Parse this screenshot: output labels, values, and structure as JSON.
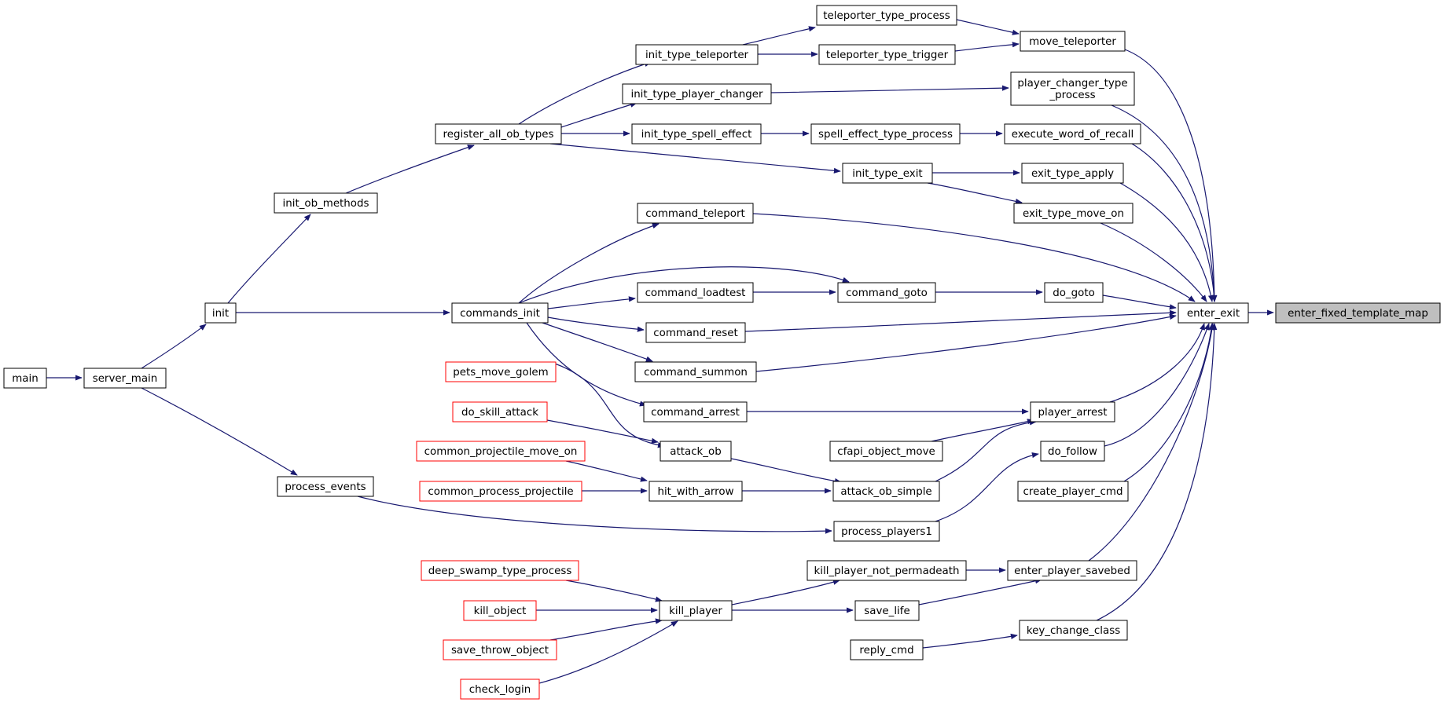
{
  "colors": {
    "edge": "#191970",
    "node_border": "#000000",
    "node_fill": "#ffffff",
    "external_border": "#ff0000",
    "root_fill": "#bfbfbf"
  },
  "nodes": [
    {
      "id": "enter_fixed_template_map",
      "label": "enter_fixed_template_map",
      "kind": "root"
    },
    {
      "id": "enter_exit",
      "label": "enter_exit",
      "kind": "normal"
    },
    {
      "id": "move_teleporter",
      "label": "move_teleporter",
      "kind": "normal"
    },
    {
      "id": "teleporter_type_process",
      "label": "teleporter_type_process",
      "kind": "normal"
    },
    {
      "id": "teleporter_type_trigger",
      "label": "teleporter_type_trigger",
      "kind": "normal"
    },
    {
      "id": "init_type_teleporter",
      "label": "init_type_teleporter",
      "kind": "normal"
    },
    {
      "id": "player_changer_type_process",
      "label": [
        "player_changer_type",
        "_process"
      ],
      "kind": "normal"
    },
    {
      "id": "init_type_player_changer",
      "label": "init_type_player_changer",
      "kind": "normal"
    },
    {
      "id": "execute_word_of_recall",
      "label": "execute_word_of_recall",
      "kind": "normal"
    },
    {
      "id": "spell_effect_type_process",
      "label": "spell_effect_type_process",
      "kind": "normal"
    },
    {
      "id": "init_type_spell_effect",
      "label": "init_type_spell_effect",
      "kind": "normal"
    },
    {
      "id": "register_all_ob_types",
      "label": "register_all_ob_types",
      "kind": "normal"
    },
    {
      "id": "exit_type_apply",
      "label": "exit_type_apply",
      "kind": "normal"
    },
    {
      "id": "init_type_exit",
      "label": "init_type_exit",
      "kind": "normal"
    },
    {
      "id": "exit_type_move_on",
      "label": "exit_type_move_on",
      "kind": "normal"
    },
    {
      "id": "init_ob_methods",
      "label": "init_ob_methods",
      "kind": "normal"
    },
    {
      "id": "command_teleport",
      "label": "command_teleport",
      "kind": "normal"
    },
    {
      "id": "init",
      "label": "init",
      "kind": "normal"
    },
    {
      "id": "commands_init",
      "label": "commands_init",
      "kind": "normal"
    },
    {
      "id": "command_loadtest",
      "label": "command_loadtest",
      "kind": "normal"
    },
    {
      "id": "command_goto",
      "label": "command_goto",
      "kind": "normal"
    },
    {
      "id": "do_goto",
      "label": "do_goto",
      "kind": "normal"
    },
    {
      "id": "command_reset",
      "label": "command_reset",
      "kind": "normal"
    },
    {
      "id": "command_summon",
      "label": "command_summon",
      "kind": "normal"
    },
    {
      "id": "main",
      "label": "main",
      "kind": "normal"
    },
    {
      "id": "server_main",
      "label": "server_main",
      "kind": "normal"
    },
    {
      "id": "pets_move_golem",
      "label": "pets_move_golem",
      "kind": "external"
    },
    {
      "id": "command_arrest",
      "label": "command_arrest",
      "kind": "normal"
    },
    {
      "id": "player_arrest",
      "label": "player_arrest",
      "kind": "normal"
    },
    {
      "id": "do_skill_attack",
      "label": "do_skill_attack",
      "kind": "external"
    },
    {
      "id": "attack_ob",
      "label": "attack_ob",
      "kind": "normal"
    },
    {
      "id": "cfapi_object_move",
      "label": "cfapi_object_move",
      "kind": "normal"
    },
    {
      "id": "do_follow",
      "label": "do_follow",
      "kind": "normal"
    },
    {
      "id": "common_projectile_move_on",
      "label": "common_projectile_move_on",
      "kind": "external"
    },
    {
      "id": "process_events",
      "label": "process_events",
      "kind": "normal"
    },
    {
      "id": "common_process_projectile",
      "label": "common_process_projectile",
      "kind": "external"
    },
    {
      "id": "hit_with_arrow",
      "label": "hit_with_arrow",
      "kind": "normal"
    },
    {
      "id": "attack_ob_simple",
      "label": "attack_ob_simple",
      "kind": "normal"
    },
    {
      "id": "create_player_cmd",
      "label": "create_player_cmd",
      "kind": "normal"
    },
    {
      "id": "process_players1",
      "label": "process_players1",
      "kind": "normal"
    },
    {
      "id": "deep_swamp_type_process",
      "label": "deep_swamp_type_process",
      "kind": "external"
    },
    {
      "id": "kill_player_not_permadeath",
      "label": "kill_player_not_permadeath",
      "kind": "normal"
    },
    {
      "id": "enter_player_savebed",
      "label": "enter_player_savebed",
      "kind": "normal"
    },
    {
      "id": "kill_object",
      "label": "kill_object",
      "kind": "external"
    },
    {
      "id": "kill_player",
      "label": "kill_player",
      "kind": "normal"
    },
    {
      "id": "save_life",
      "label": "save_life",
      "kind": "normal"
    },
    {
      "id": "save_throw_object",
      "label": "save_throw_object",
      "kind": "external"
    },
    {
      "id": "reply_cmd",
      "label": "reply_cmd",
      "kind": "normal"
    },
    {
      "id": "key_change_class",
      "label": "key_change_class",
      "kind": "normal"
    },
    {
      "id": "check_login",
      "label": "check_login",
      "kind": "external"
    }
  ],
  "edges": [
    {
      "from": "enter_exit",
      "to": "enter_fixed_template_map"
    },
    {
      "from": "move_teleporter",
      "to": "enter_exit"
    },
    {
      "from": "player_changer_type_process",
      "to": "enter_exit"
    },
    {
      "from": "execute_word_of_recall",
      "to": "enter_exit"
    },
    {
      "from": "exit_type_apply",
      "to": "enter_exit"
    },
    {
      "from": "exit_type_move_on",
      "to": "enter_exit"
    },
    {
      "from": "command_teleport",
      "to": "enter_exit"
    },
    {
      "from": "do_goto",
      "to": "enter_exit"
    },
    {
      "from": "command_reset",
      "to": "enter_exit"
    },
    {
      "from": "command_summon",
      "to": "enter_exit"
    },
    {
      "from": "player_arrest",
      "to": "enter_exit"
    },
    {
      "from": "do_follow",
      "to": "enter_exit"
    },
    {
      "from": "create_player_cmd",
      "to": "enter_exit"
    },
    {
      "from": "enter_player_savebed",
      "to": "enter_exit"
    },
    {
      "from": "key_change_class",
      "to": "enter_exit"
    },
    {
      "from": "teleporter_type_process",
      "to": "move_teleporter"
    },
    {
      "from": "teleporter_type_trigger",
      "to": "move_teleporter"
    },
    {
      "from": "init_type_teleporter",
      "to": "teleporter_type_process"
    },
    {
      "from": "init_type_teleporter",
      "to": "teleporter_type_trigger"
    },
    {
      "from": "register_all_ob_types",
      "to": "init_type_teleporter"
    },
    {
      "from": "init_type_player_changer",
      "to": "player_changer_type_process"
    },
    {
      "from": "register_all_ob_types",
      "to": "init_type_player_changer"
    },
    {
      "from": "spell_effect_type_process",
      "to": "execute_word_of_recall"
    },
    {
      "from": "init_type_spell_effect",
      "to": "spell_effect_type_process"
    },
    {
      "from": "register_all_ob_types",
      "to": "init_type_spell_effect"
    },
    {
      "from": "init_type_exit",
      "to": "exit_type_apply"
    },
    {
      "from": "init_type_exit",
      "to": "exit_type_move_on"
    },
    {
      "from": "register_all_ob_types",
      "to": "init_type_exit"
    },
    {
      "from": "init_ob_methods",
      "to": "register_all_ob_types"
    },
    {
      "from": "init",
      "to": "init_ob_methods"
    },
    {
      "from": "server_main",
      "to": "init"
    },
    {
      "from": "main",
      "to": "server_main"
    },
    {
      "from": "commands_init",
      "to": "command_teleport"
    },
    {
      "from": "init",
      "to": "commands_init"
    },
    {
      "from": "command_goto",
      "to": "do_goto"
    },
    {
      "from": "commands_init",
      "to": "command_goto"
    },
    {
      "from": "command_loadtest",
      "to": "command_goto"
    },
    {
      "from": "commands_init",
      "to": "command_loadtest"
    },
    {
      "from": "commands_init",
      "to": "command_reset"
    },
    {
      "from": "commands_init",
      "to": "command_summon"
    },
    {
      "from": "commands_init",
      "to": "command_arrest"
    },
    {
      "from": "command_arrest",
      "to": "player_arrest"
    },
    {
      "from": "cfapi_object_move",
      "to": "player_arrest"
    },
    {
      "from": "attack_ob_simple",
      "to": "player_arrest"
    },
    {
      "from": "pets_move_golem",
      "to": "attack_ob"
    },
    {
      "from": "do_skill_attack",
      "to": "attack_ob"
    },
    {
      "from": "attack_ob",
      "to": "attack_ob_simple"
    },
    {
      "from": "hit_with_arrow",
      "to": "attack_ob_simple"
    },
    {
      "from": "common_projectile_move_on",
      "to": "hit_with_arrow"
    },
    {
      "from": "common_process_projectile",
      "to": "hit_with_arrow"
    },
    {
      "from": "server_main",
      "to": "process_events"
    },
    {
      "from": "process_events",
      "to": "process_players1"
    },
    {
      "from": "process_players1",
      "to": "do_follow"
    },
    {
      "from": "kill_player_not_permadeath",
      "to": "enter_player_savebed"
    },
    {
      "from": "save_life",
      "to": "enter_player_savebed"
    },
    {
      "from": "kill_player",
      "to": "kill_player_not_permadeath"
    },
    {
      "from": "kill_player",
      "to": "save_life"
    },
    {
      "from": "deep_swamp_type_process",
      "to": "kill_player"
    },
    {
      "from": "kill_object",
      "to": "kill_player"
    },
    {
      "from": "save_throw_object",
      "to": "kill_player"
    },
    {
      "from": "check_login",
      "to": "kill_player"
    },
    {
      "from": "reply_cmd",
      "to": "key_change_class"
    }
  ]
}
